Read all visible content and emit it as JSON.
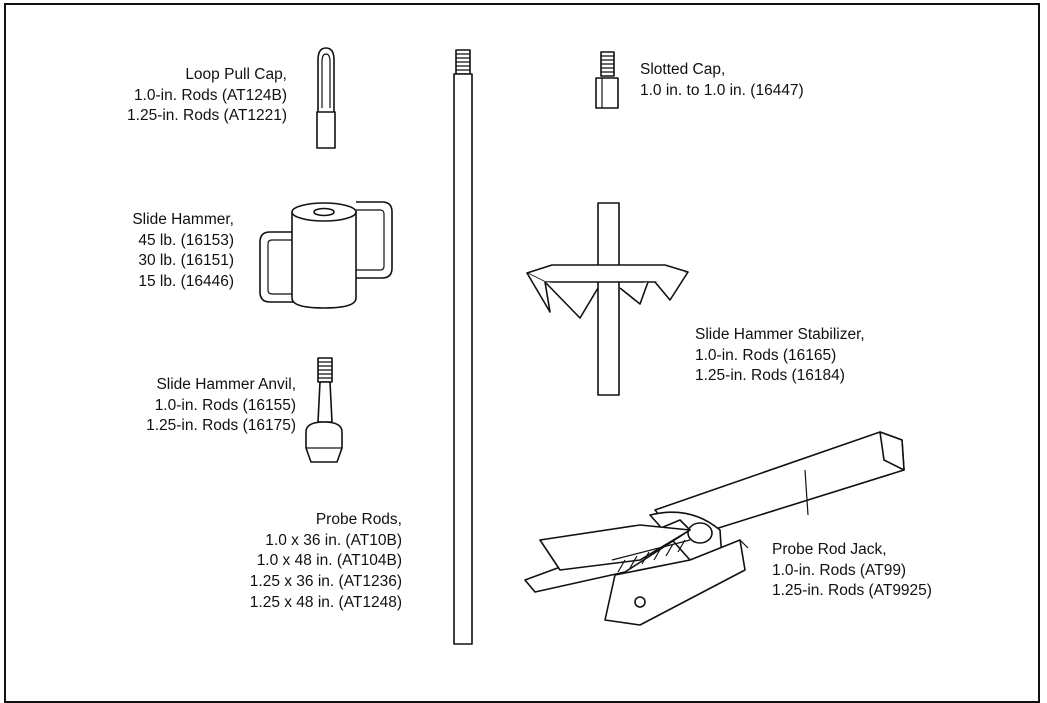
{
  "labels": {
    "loop_pull_cap": [
      "Loop Pull Cap,",
      "1.0-in. Rods (AT124B)",
      "1.25-in. Rods (AT1221)"
    ],
    "slide_hammer": [
      "Slide Hammer,",
      "45 lb. (16153)",
      "30 lb. (16151)",
      "15 lb. (16446)"
    ],
    "slide_hammer_anvil": [
      "Slide Hammer Anvil,",
      "1.0-in. Rods (16155)",
      "1.25-in. Rods (16175)"
    ],
    "probe_rods": [
      "Probe Rods,",
      "1.0 x 36 in. (AT10B)",
      "1.0 x 48 in. (AT104B)",
      "1.25 x 36 in. (AT1236)",
      "1.25 x 48 in. (AT1248)"
    ],
    "slotted_cap": [
      "Slotted Cap,",
      "1.0 in. to 1.0 in. (16447)"
    ],
    "slide_hammer_stabilizer": [
      "Slide Hammer Stabilizer,",
      "1.0-in. Rods (16165)",
      "1.25-in. Rods (16184)"
    ],
    "probe_rod_jack": [
      "Probe Rod Jack,",
      "1.0-in. Rods (AT99)",
      "1.25-in. Rods (AT9925)"
    ]
  }
}
